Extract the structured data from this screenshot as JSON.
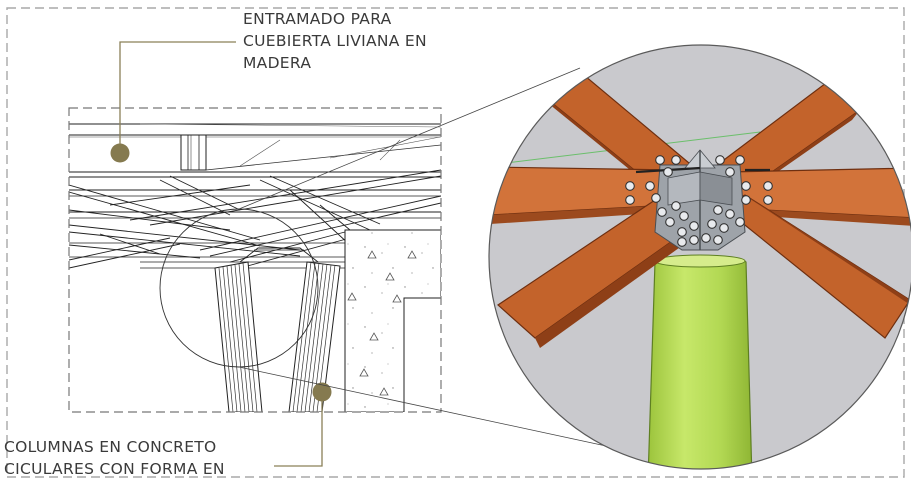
{
  "labels": {
    "top": [
      "ENTRAMADO PARA",
      "CUEBIERTA LIVIANA EN",
      "MADERA"
    ],
    "bottom": [
      "COLUMNAS EN CONCRETO",
      "CICULARES CON FORMA EN"
    ]
  },
  "colors": {
    "frame_dash": "#a9a9a9",
    "callout_marker": "#857a4f",
    "leader_line": "#8a8057",
    "wood_beam": "#c3632b",
    "wood_beam_dark": "#8e3f17",
    "steel_plate": "#9ea3a9",
    "column": "#b4db55",
    "detail_background": "#c9c9cd"
  }
}
